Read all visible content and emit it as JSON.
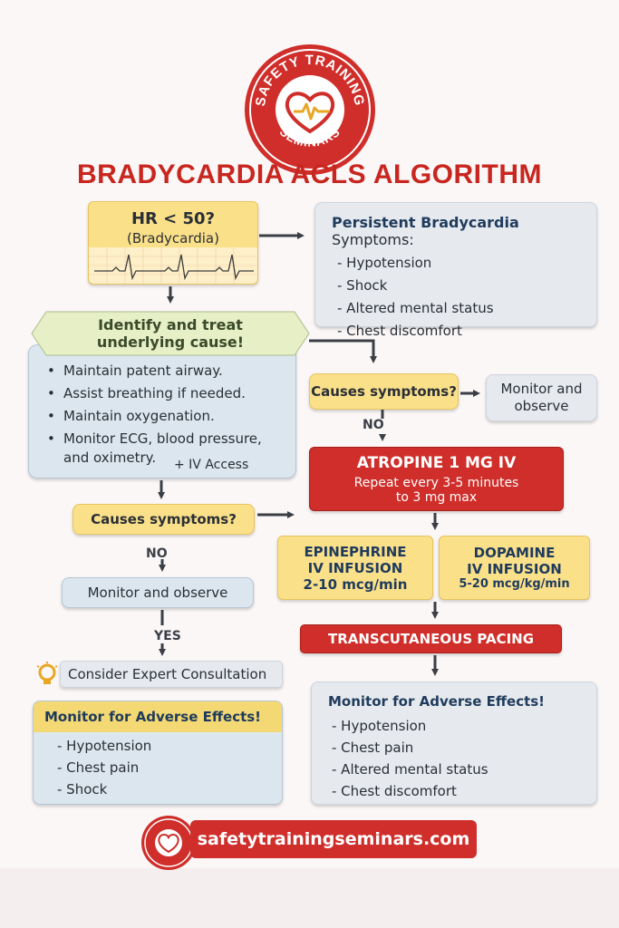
{
  "logo": {
    "top_text": "SAFETY TRAINING",
    "bottom_text": "SEMINARS"
  },
  "title": "BRADYCARDIA ACLS ALGORITHM",
  "hr_box": {
    "line1": "HR < 50?",
    "line2": "(Bradycardia)"
  },
  "symptoms_box": {
    "title_bold": "Persistent Bradycardia",
    "title_rest": " Symptoms:",
    "items": [
      "- Hypotension",
      "- Shock",
      "- Altered mental status",
      "- Chest discomfort"
    ]
  },
  "identify_box": {
    "header": "Identify and treat underlying cause!",
    "items": [
      "Maintain patent airway.",
      "Assist breathing if needed.",
      "Maintain oxygenation.",
      "Monitor ECG, blood pressure, and oximetry."
    ],
    "extra": "+ IV Access"
  },
  "causes_right": "Causes symptoms?",
  "monitor_right": "Monitor and observe",
  "no_right": "NO",
  "atropine": {
    "title": "ATROPINE 1 MG IV",
    "line1": "Repeat every 3-5 minutes",
    "line2": "to 3 mg max"
  },
  "epinephrine": {
    "line1": "EPINEPHRINE",
    "line2": "IV INFUSION",
    "line3": "2-10 mcg/min"
  },
  "dopamine": {
    "line1": "DOPAMINE",
    "line2": "IV INFUSION",
    "line3": "5-20 mcg/kg/min"
  },
  "pacing": "TRANSCUTANEOUS PACING",
  "adverse_right": {
    "title": "Monitor for Adverse Effects!",
    "items": [
      "- Hypotension",
      "- Chest pain",
      "- Altered mental status",
      "- Chest discomfort"
    ]
  },
  "causes_left": "Causes symptoms?",
  "no_left": "NO",
  "monitor_left": "Monitor and observe",
  "yes_left": "YES",
  "consult": "Consider Expert Consultation",
  "adverse_left": {
    "title": "Monitor for Adverse Effects!",
    "items": [
      "- Hypotension",
      "- Chest pain",
      "- Shock"
    ]
  },
  "footer": {
    "url": "safetytrainingseminars.com"
  },
  "colors": {
    "accent_red": "#cf2e2a",
    "title_red": "#c8261f",
    "yellow": "#fbe08a",
    "navy": "#1f3b5c"
  },
  "icons": [
    "heart-ecg-icon",
    "lightbulb-icon",
    "ecg-strip-icon"
  ]
}
